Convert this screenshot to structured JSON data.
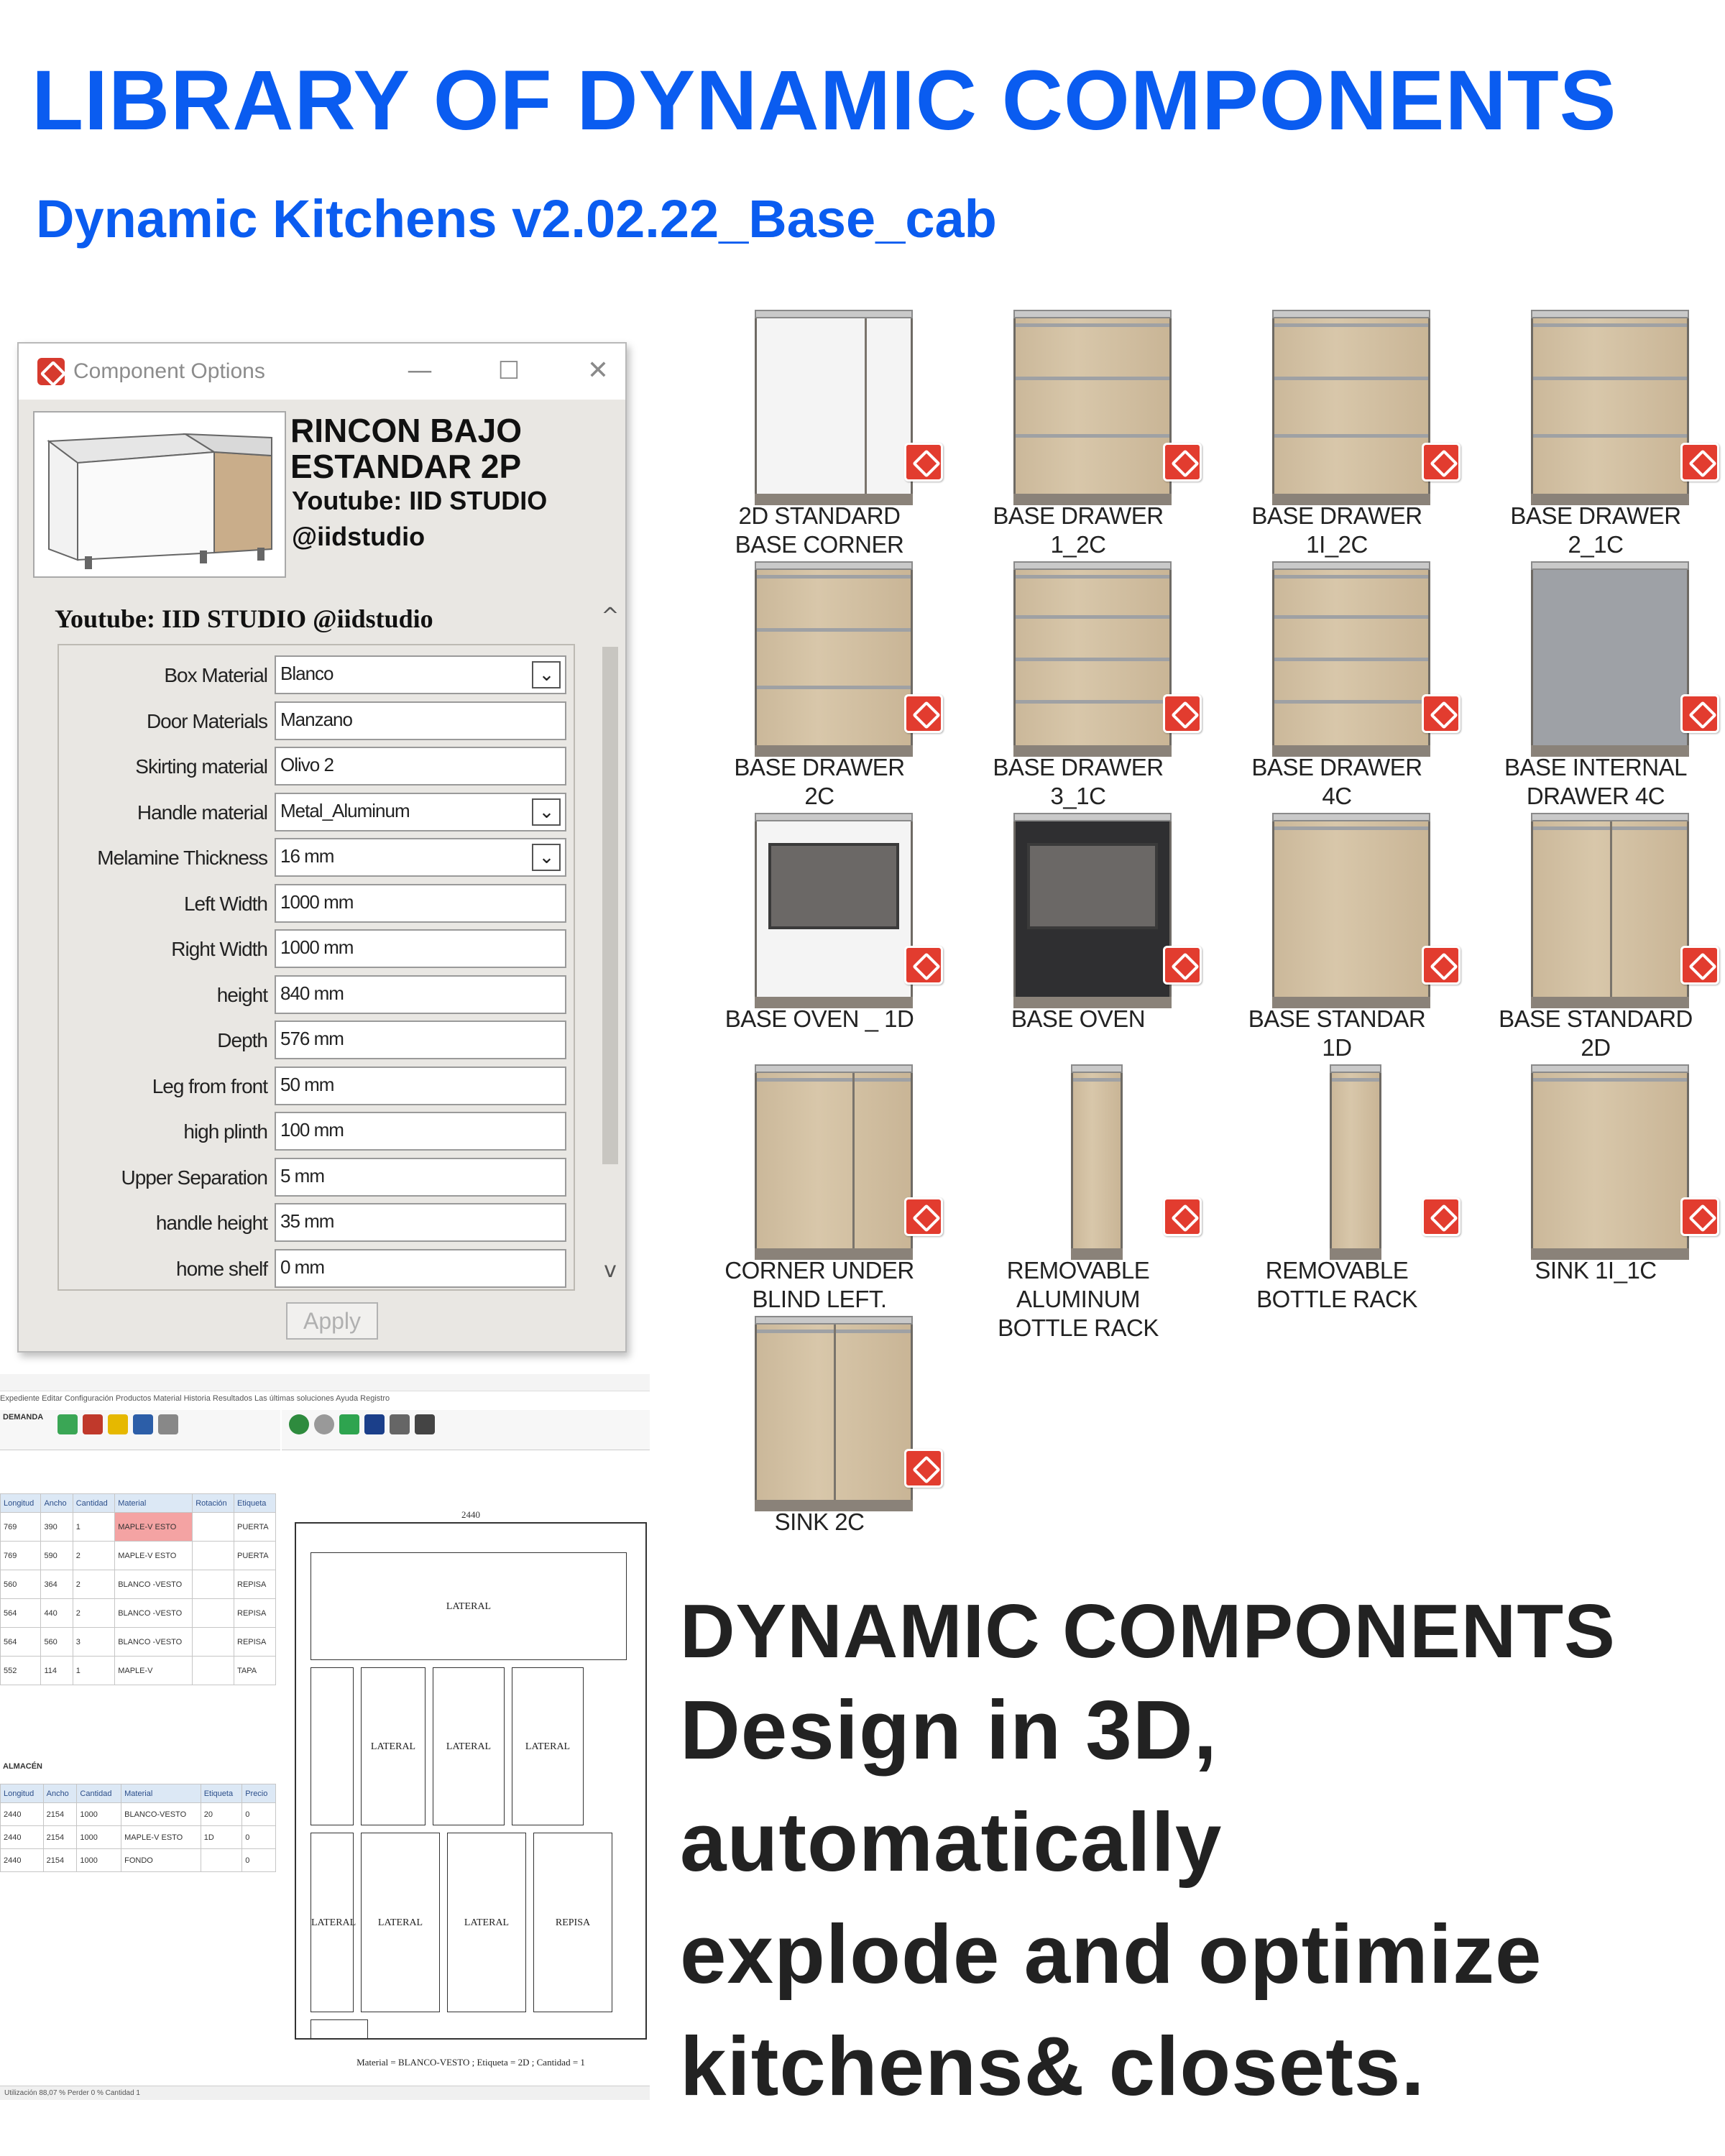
{
  "header": {
    "title": "LIBRARY OF DYNAMIC COMPONENTS",
    "subtitle": "Dynamic Kitchens v2.02.22_Base_cab"
  },
  "window": {
    "title": "Component Options",
    "component_name_line1": "RINCON BAJO",
    "component_name_line2": "ESTANDAR 2P",
    "youtube": "Youtube: IID STUDIO",
    "handle": "@iidstudio",
    "panel_heading": "Youtube: IID STUDIO @iidstudio",
    "apply_label": "Apply",
    "fields": [
      {
        "label": "Box Material",
        "value": "Blanco",
        "dropdown": true
      },
      {
        "label": "Door Materials",
        "value": "Manzano",
        "dropdown": false
      },
      {
        "label": "Skirting material",
        "value": "Olivo 2",
        "dropdown": false
      },
      {
        "label": "Handle material",
        "value": "Metal_Aluminum",
        "dropdown": true
      },
      {
        "label": "Melamine Thickness",
        "value": "16 mm",
        "dropdown": true
      },
      {
        "label": "Left Width",
        "value": "1000 mm",
        "dropdown": false
      },
      {
        "label": "Right Width",
        "value": "1000 mm",
        "dropdown": false
      },
      {
        "label": "height",
        "value": "840 mm",
        "dropdown": false
      },
      {
        "label": "Depth",
        "value": "576 mm",
        "dropdown": false
      },
      {
        "label": "Leg from front",
        "value": "50 mm",
        "dropdown": false
      },
      {
        "label": "high plinth",
        "value": "100 mm",
        "dropdown": false
      },
      {
        "label": "Upper Separation",
        "value": "5 mm",
        "dropdown": false
      },
      {
        "label": "handle height",
        "value": "35 mm",
        "dropdown": false
      },
      {
        "label": "home shelf",
        "value": "0 mm",
        "dropdown": false
      }
    ]
  },
  "library": {
    "items": [
      {
        "line1": "2D STANDARD",
        "line2": "BASE CORNER",
        "line3": ""
      },
      {
        "line1": "BASE DRAWER",
        "line2": "1_2C",
        "line3": ""
      },
      {
        "line1": "BASE DRAWER",
        "line2": "1I_2C",
        "line3": ""
      },
      {
        "line1": "BASE DRAWER",
        "line2": "2_1C",
        "line3": ""
      },
      {
        "line1": "BASE DRAWER",
        "line2": "2C",
        "line3": ""
      },
      {
        "line1": "BASE DRAWER",
        "line2": "3_1C",
        "line3": ""
      },
      {
        "line1": "BASE DRAWER",
        "line2": "4C",
        "line3": ""
      },
      {
        "line1": "BASE INTERNAL",
        "line2": "DRAWER 4C",
        "line3": ""
      },
      {
        "line1": "BASE OVEN _ 1D",
        "line2": "",
        "line3": ""
      },
      {
        "line1": "BASE OVEN",
        "line2": "",
        "line3": ""
      },
      {
        "line1": "BASE STANDAR",
        "line2": "1D",
        "line3": ""
      },
      {
        "line1": "BASE STANDARD",
        "line2": "2D",
        "line3": ""
      },
      {
        "line1": "CORNER UNDER",
        "line2": "BLIND LEFT.",
        "line3": ""
      },
      {
        "line1": "REMOVABLE",
        "line2": "ALUMINUM",
        "line3": "BOTTLE RACK"
      },
      {
        "line1": "REMOVABLE",
        "line2": "BOTTLE RACK",
        "line3": ""
      },
      {
        "line1": "SINK 1I_1C",
        "line2": "",
        "line3": ""
      },
      {
        "line1": "SINK 2C",
        "line2": "",
        "line3": ""
      }
    ]
  },
  "optimizer": {
    "menu": "Expediente   Editar   Configuración   Productos   Material   Historia   Resultados   Las últimas soluciones   Ayuda   Registro",
    "demand_label": "DEMANDA",
    "stock_label": "ALMACÉN",
    "columns": [
      "Longitud",
      "Ancho",
      "Cantidad",
      "Material",
      "Rotación",
      "Etiqueta"
    ],
    "rows": [
      [
        "769",
        "390",
        "1",
        "MAPLE-V ESTO",
        "",
        "PUERTA"
      ],
      [
        "769",
        "590",
        "2",
        "MAPLE-V ESTO",
        "",
        "PUERTA"
      ],
      [
        "560",
        "364",
        "2",
        "BLANCO -VESTO",
        "",
        "REPISA"
      ],
      [
        "564",
        "440",
        "2",
        "BLANCO -VESTO",
        "",
        "REPISA"
      ],
      [
        "564",
        "560",
        "3",
        "BLANCO -VESTO",
        "",
        "REPISA"
      ],
      [
        "552",
        "114",
        "1",
        "MAPLE-V",
        "",
        "TAPA"
      ]
    ],
    "stock_columns": [
      "Longitud",
      "Ancho",
      "Cantidad",
      "Material",
      "Etiqueta",
      "Precio"
    ],
    "stock_rows": [
      [
        "2440",
        "2154",
        "1000",
        "BLANCO-VESTO",
        "20",
        "0"
      ],
      [
        "2440",
        "2154",
        "1000",
        "MAPLE-V ESTO",
        "1D",
        "0"
      ],
      [
        "2440",
        "2154",
        "1000",
        "FONDO",
        "",
        "0"
      ]
    ],
    "sheet_width": "2440",
    "piece_labels": [
      "LATERAL",
      "LATERAL",
      "LATERAL",
      "LATERAL",
      "LATERAL",
      "LATERAL",
      "LATERAL",
      "REPISA"
    ],
    "caption": "Material = BLANCO-VESTO ; Etiqueta = 2D ; Cantidad = 1",
    "status": "Utilización 88,07 %      Perder 0 %      Cantidad 1"
  },
  "slogan": {
    "line1": "DYNAMIC COMPONENTS",
    "line2": "Design in 3D,",
    "line3": "automatically",
    "line4": "explode and optimize",
    "line5": "kitchens& closets."
  }
}
